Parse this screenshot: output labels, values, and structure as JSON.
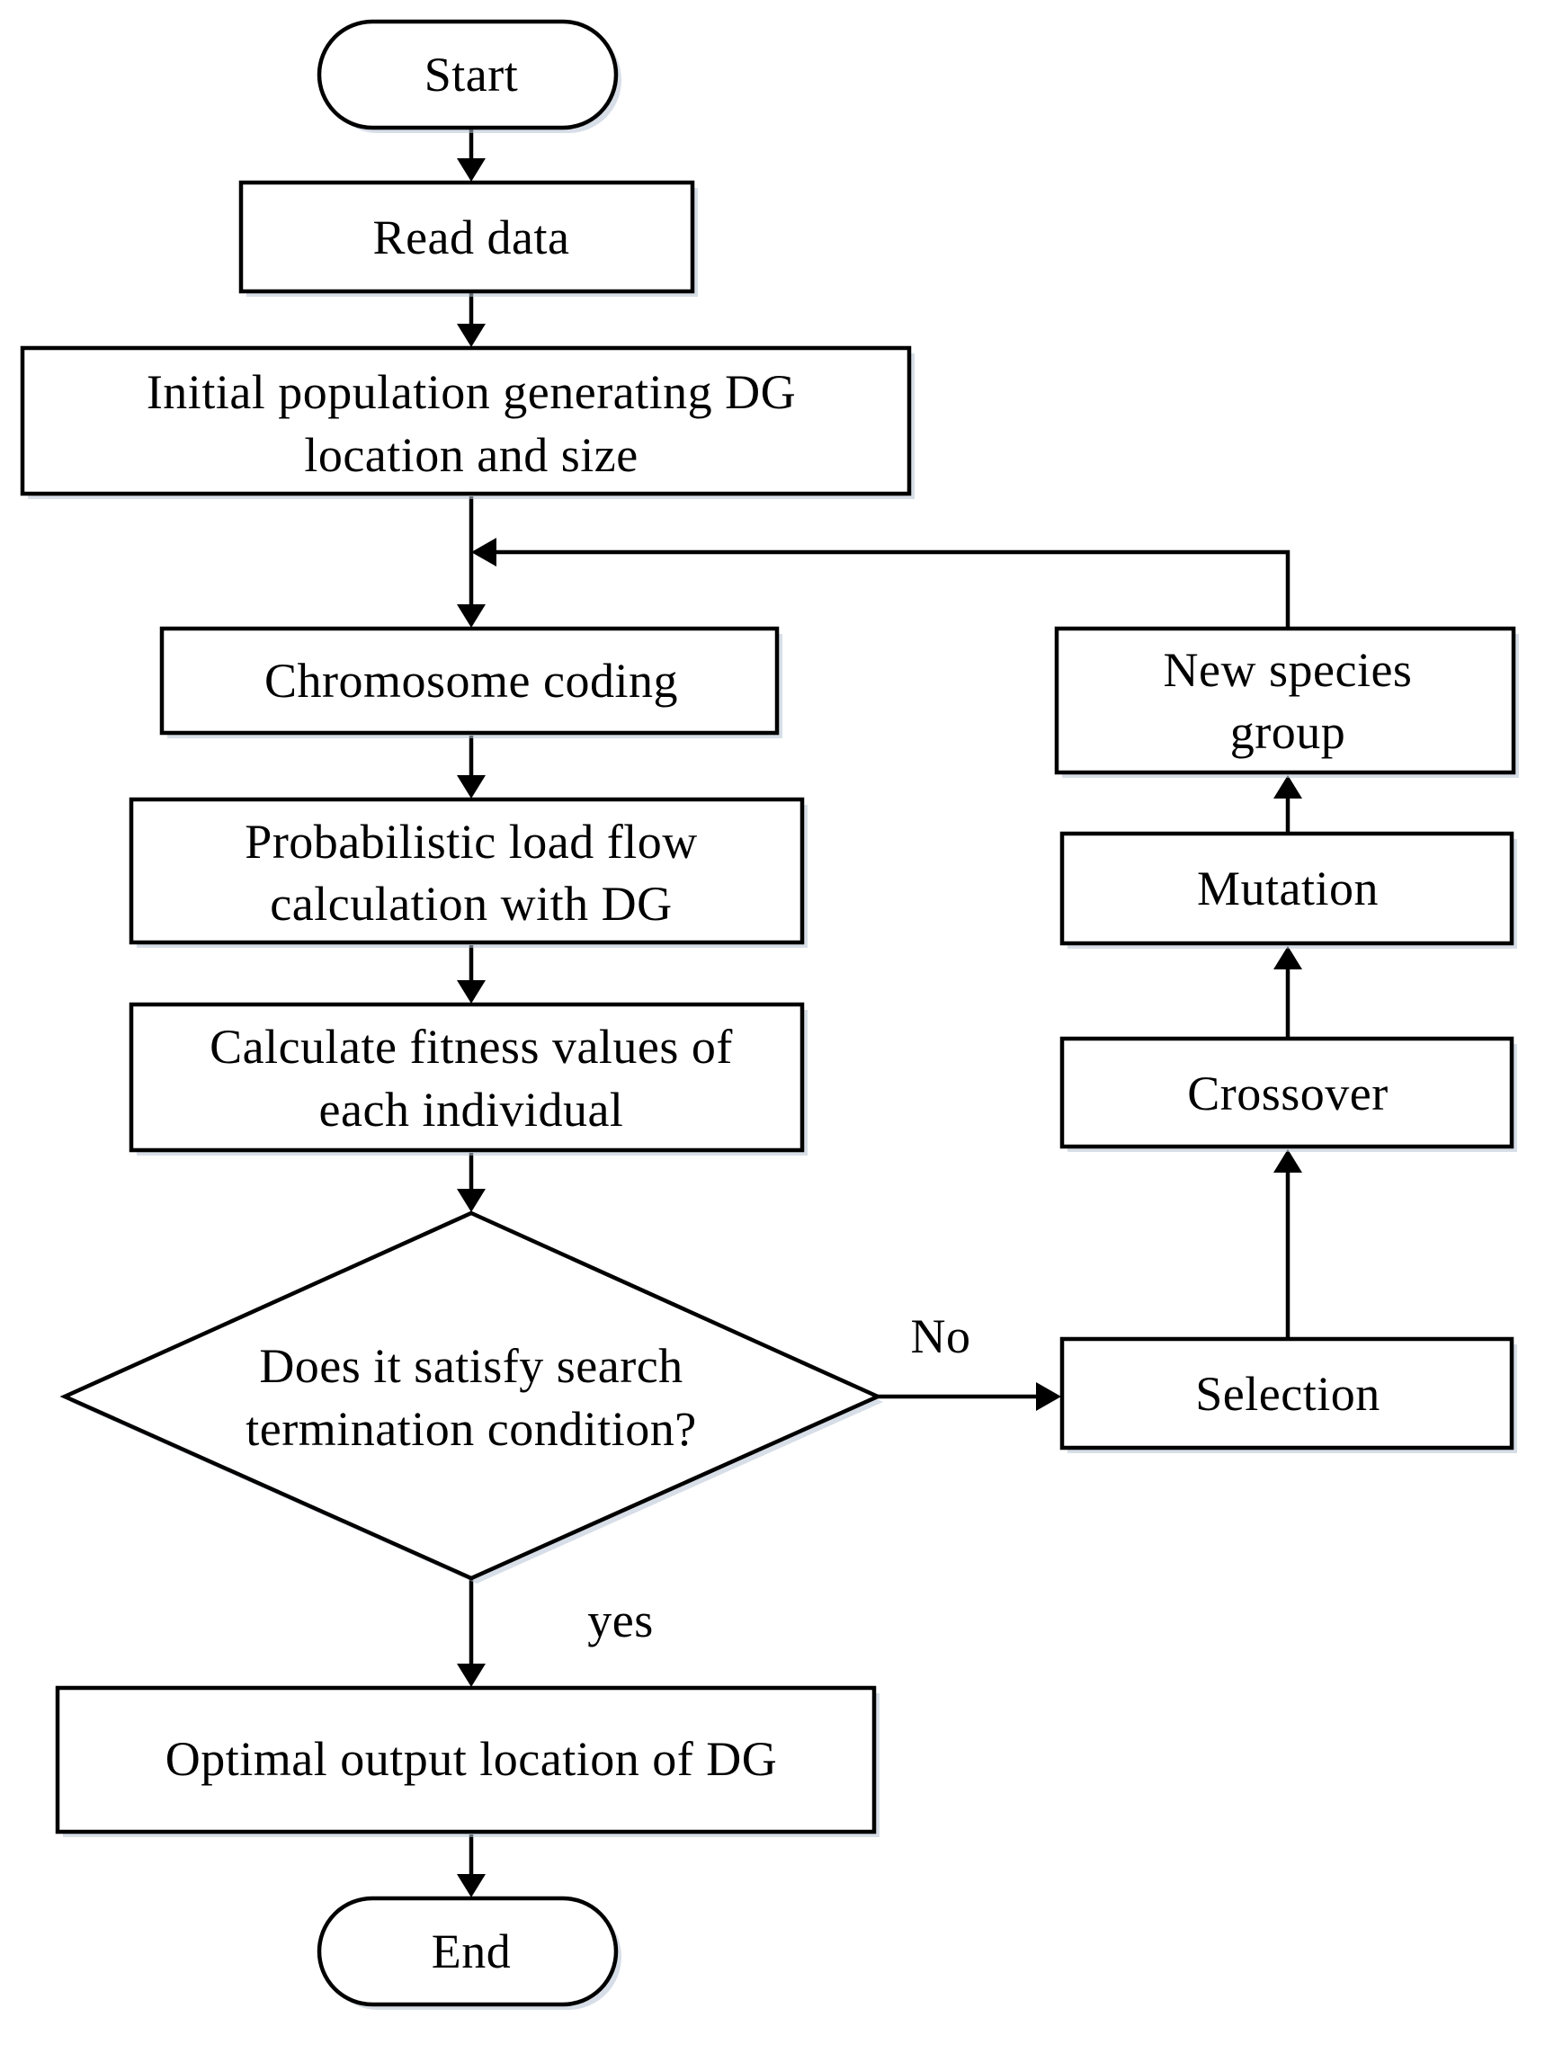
{
  "flowchart": {
    "start": "Start",
    "read_data": "Read data",
    "initial_population": {
      "line1": "Initial population generating DG",
      "line2": "location and size"
    },
    "chromosome_coding": "Chromosome coding",
    "load_flow": {
      "line1": "Probabilistic load flow",
      "line2": "calculation with DG"
    },
    "fitness": {
      "line1": "Calculate fitness values of",
      "line2": "each individual"
    },
    "decision": {
      "line1": "Does it satisfy search",
      "line2": "termination condition?"
    },
    "no_label": "No",
    "yes_label": "yes",
    "selection": "Selection",
    "crossover": "Crossover",
    "mutation": "Mutation",
    "new_species": {
      "line1": "New species",
      "line2": "group"
    },
    "optimal_output": "Optimal output location of DG",
    "end": "End"
  }
}
